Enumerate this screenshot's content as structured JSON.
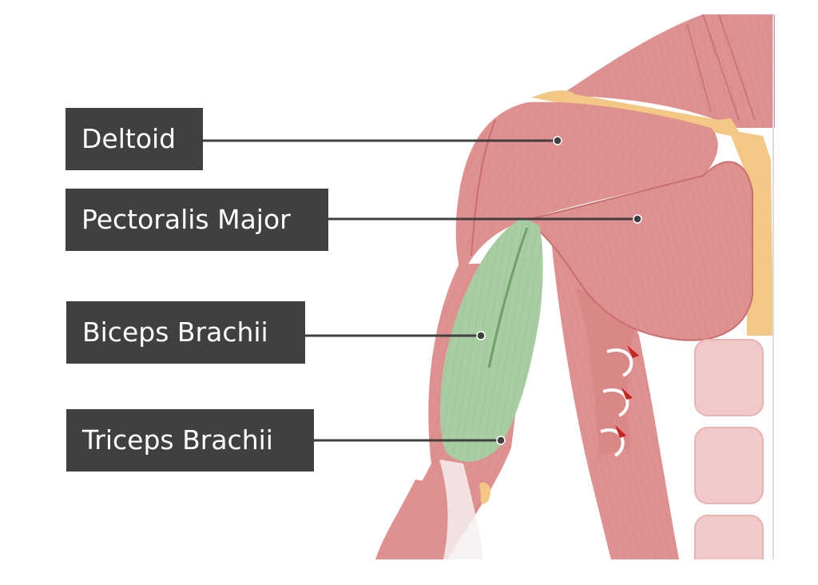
{
  "diagram": {
    "labels": [
      {
        "id": "deltoid",
        "text": "Deltoid"
      },
      {
        "id": "pectoralis-major",
        "text": "Pectoralis Major"
      },
      {
        "id": "biceps-brachii",
        "text": "Biceps Brachii"
      },
      {
        "id": "triceps-brachii",
        "text": "Triceps Brachii"
      }
    ],
    "colors": {
      "muscle": "#df9090",
      "muscle_dark": "#c96f6f",
      "highlight_biceps": "#a9cda3",
      "label_bg": "#404040",
      "label_text": "#ffffff",
      "leader_line": "#404040",
      "bone": "#f2c884",
      "tendon": "#f4f0ee",
      "abdominal": "#f2c9c9"
    }
  }
}
